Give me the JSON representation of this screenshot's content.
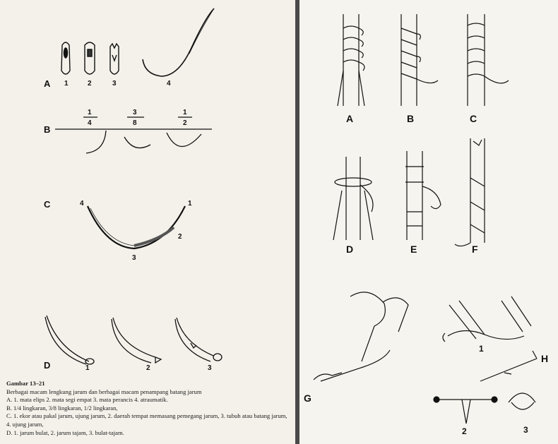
{
  "left_page": {
    "fig_a": {
      "label": "A",
      "items": [
        "1",
        "2",
        "3",
        "4"
      ]
    },
    "fig_b": {
      "label": "B",
      "fractions": [
        {
          "num": "1",
          "den": "4"
        },
        {
          "num": "3",
          "den": "8"
        },
        {
          "num": "1",
          "den": "2"
        }
      ]
    },
    "fig_c": {
      "label": "C",
      "points": [
        "4",
        "1",
        "2",
        "3"
      ]
    },
    "fig_d": {
      "label": "D",
      "items": [
        "1",
        "2",
        "3"
      ]
    },
    "caption": {
      "title": "Gambar 13–21",
      "lines": [
        "Berbagai macam lengkung jarum dan berbagai macam penampang batang jarum",
        "A. 1. mata elips 2. mata segi empat 3. mata perancis 4. atraumatik.",
        "B. 1/4 lingkaran, 3/8 lingkaran, 1/2 lingkaran,",
        "C. 1. ekor atau pakal jarum, ujung jarum, 2. daerah tempat memasang pemegang jarum, 3. tubuh atau batang jarum, 4. ujung jarum,",
        "D. 1. jarum bulat, 2. jarum tajam, 3. bulat-tajam."
      ]
    }
  },
  "right_page": {
    "row1": [
      "A",
      "B",
      "C"
    ],
    "row2": [
      "D",
      "E",
      "F"
    ],
    "bottom": {
      "g": "G",
      "h": "H",
      "n1": "1",
      "n2": "2",
      "n3": "3"
    }
  }
}
